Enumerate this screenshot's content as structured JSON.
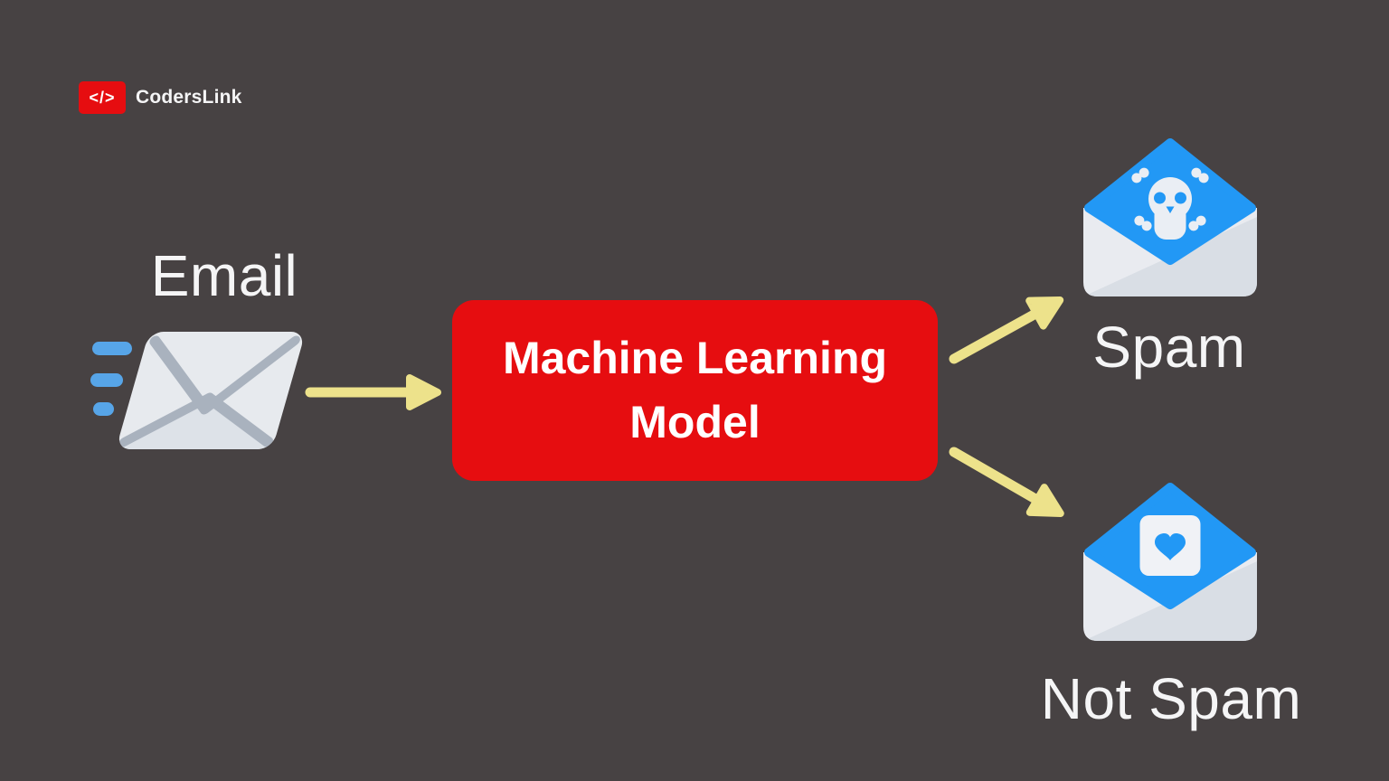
{
  "brand": {
    "logo_glyph": "</>",
    "logo_text": "CodersLink"
  },
  "flow": {
    "input_label": "Email",
    "model_label": "Machine Learning Model",
    "outputs": [
      {
        "label": "Spam"
      },
      {
        "label": "Not Spam"
      }
    ]
  },
  "icons": {
    "brand_mark": "code-tag-icon",
    "input": "speeding-envelope-icon",
    "spam": "open-envelope-skull-icon",
    "not_spam": "open-envelope-heart-icon",
    "connectors": "yellow-arrow-icon"
  },
  "colors": {
    "background": "#474243",
    "model_box_red": "#E60D10",
    "brand_red": "#E60D10",
    "envelope_blue": "#2298F5",
    "speed_line_blue": "#57A5E8",
    "arrow_yellow": "#EDE28B",
    "envelope_gray": "#E7EAEE",
    "envelope_shade_gray": "#DDE2E8",
    "envelope_line_gray": "#A9B2BE",
    "label_white": "#F5F5F6"
  }
}
